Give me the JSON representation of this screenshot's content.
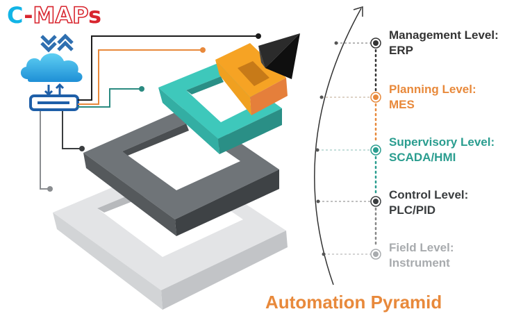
{
  "logo": {
    "c": "C",
    "dash": "-",
    "maps": "MAP",
    "s": "s"
  },
  "levels": [
    {
      "name": "Management Level:",
      "detail": "ERP",
      "color": "#333333"
    },
    {
      "name": "Planning Level:",
      "detail": "MES",
      "color": "#e8893b"
    },
    {
      "name": "Supervisory Level:",
      "detail": "SCADA/HMI",
      "color": "#2a9d8f"
    },
    {
      "name": "Control Level:",
      "detail": "PLC/PID",
      "color": "#3a3d3f"
    },
    {
      "name": "Field Level:",
      "detail": "Instrument",
      "color": "#a8abae"
    }
  ],
  "title": "Automation Pyramid",
  "icons": [
    "double-chevron-icon",
    "cloud-icon",
    "server-icon"
  ]
}
